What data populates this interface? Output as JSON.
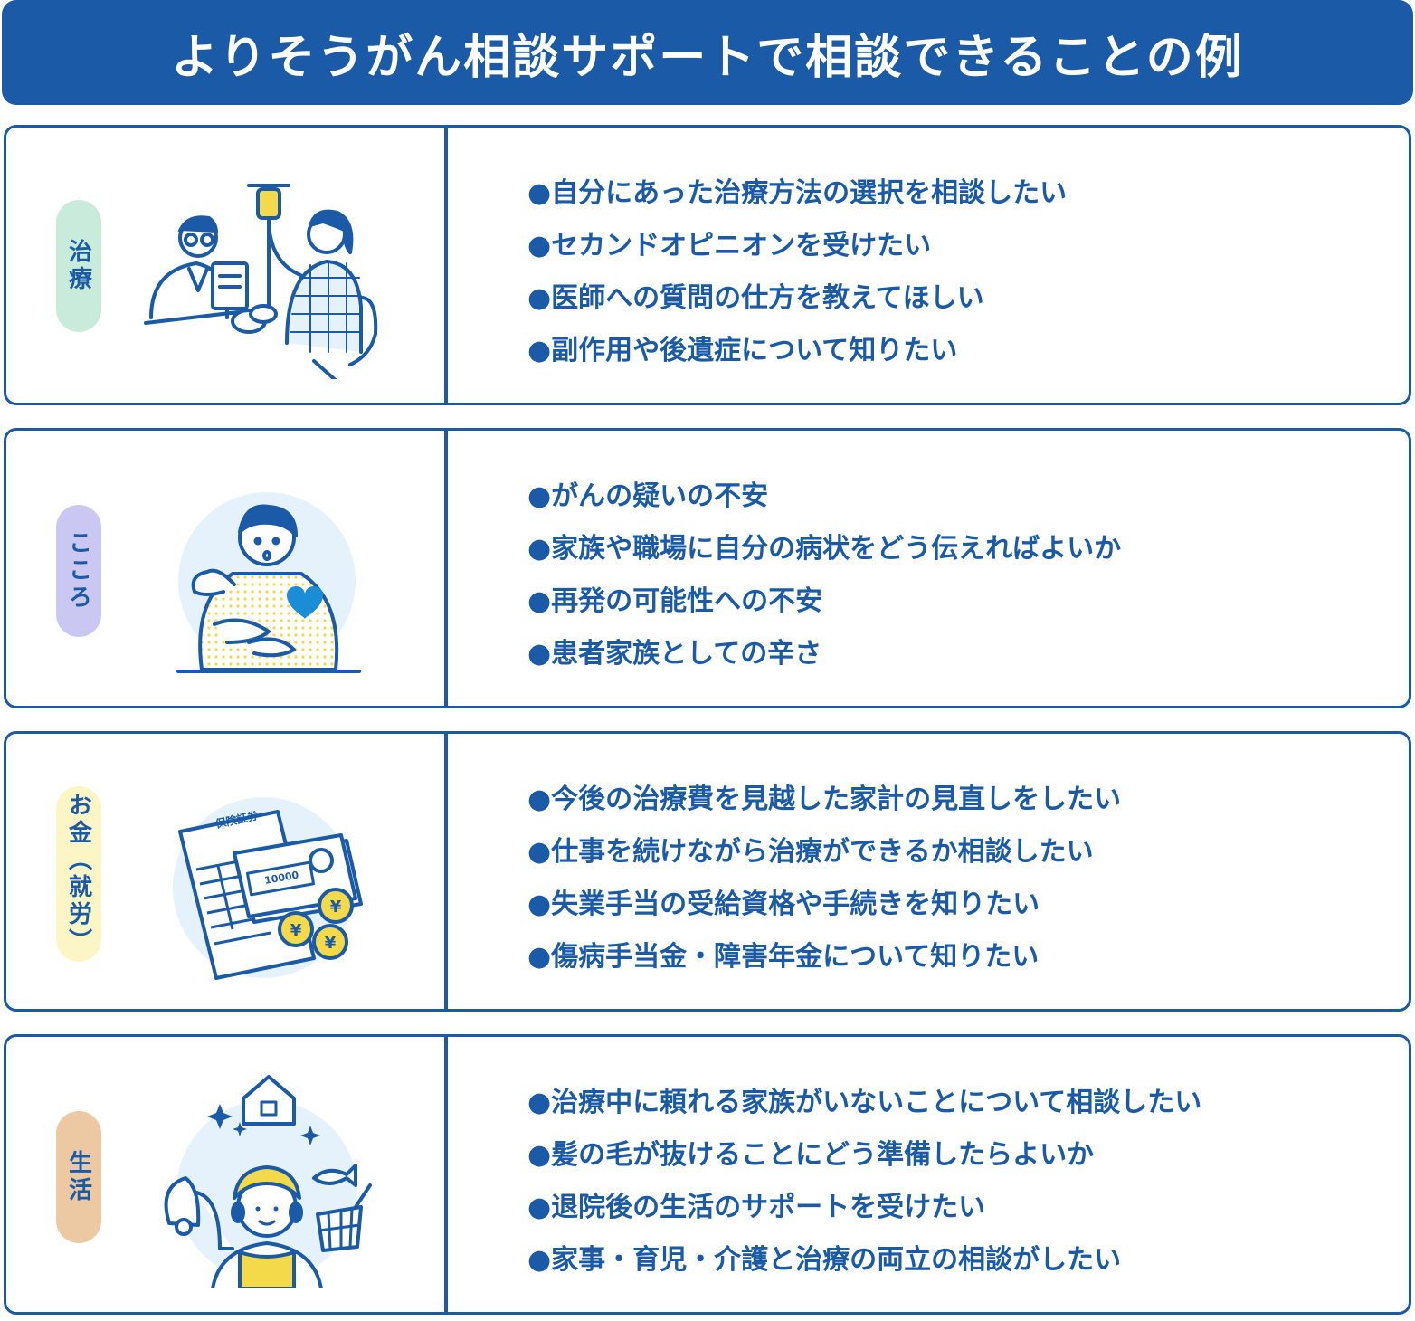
{
  "title": "よりそうがん相談サポートで相談できることの例",
  "colors": {
    "primary": "#1a5aa6",
    "pill_chiryo": "#c9ebdb",
    "pill_kokoro": "#cac8f2",
    "pill_okane": "#fcf6c6",
    "pill_seikatsu": "#ecc9a3",
    "illus_bg": "#e6f2fb",
    "accent_yellow": "#f4d94a"
  },
  "sections": [
    {
      "label": "治療",
      "icon": "doctor-patient-iv-illustration",
      "items": [
        "●自分にあった治療方法の選択を相談したい",
        "●セカンドオピニオンを受けたい",
        "●医師への質問の仕方を教えてほしい",
        "●副作用や後遺症について知りたい"
      ]
    },
    {
      "label": "こころ",
      "icon": "person-heart-illustration",
      "items": [
        "●がんの疑いの不安",
        "●家族や職場に自分の病状をどう伝えればよいか",
        "●再発の可能性への不安",
        "●患者家族としての辛さ"
      ]
    },
    {
      "label": "お金（就労）",
      "icon": "insurance-money-illustration",
      "illus_text": {
        "certificate": "保険証券",
        "bill": "10000",
        "yen": "¥"
      },
      "items": [
        "●今後の治療費を見越した家計の見直しをしたい",
        "●仕事を続けながら治療ができるか相談したい",
        "●失業手当の受給資格や手続きを知りたい",
        "●傷病手当金・障害年金について知りたい"
      ]
    },
    {
      "label": "生活",
      "icon": "daily-life-illustration",
      "items": [
        "●治療中に頼れる家族がいないことについて相談したい",
        "●髪の毛が抜けることにどう準備したらよいか",
        "●退院後の生活のサポートを受けたい",
        "●家事・育児・介護と治療の両立の相談がしたい"
      ]
    }
  ]
}
